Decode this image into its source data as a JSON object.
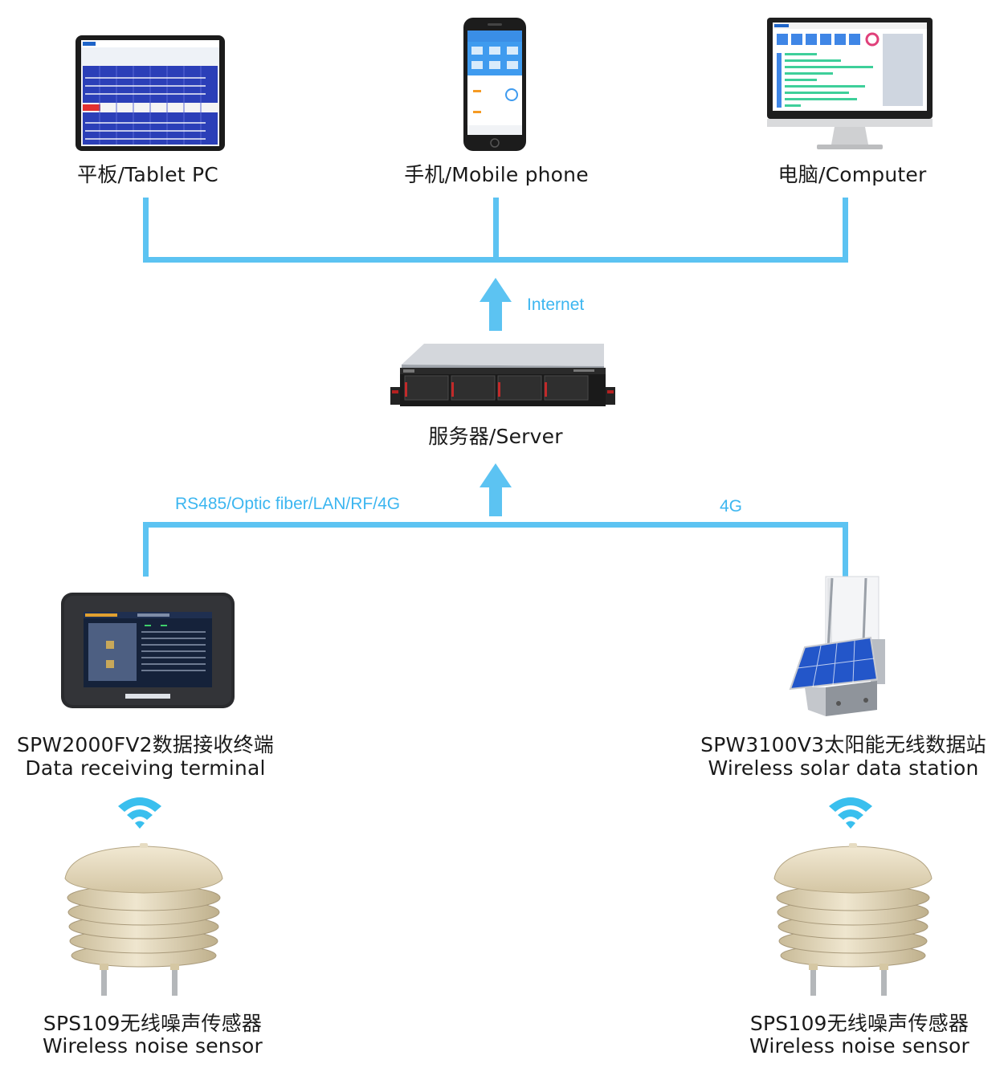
{
  "clients": {
    "tablet": {
      "label": "平板/Tablet PC",
      "icon": "tablet-icon"
    },
    "phone": {
      "label": "手机/Mobile phone",
      "icon": "mobile-phone-icon"
    },
    "computer": {
      "label": "电脑/Computer",
      "icon": "computer-monitor-icon"
    }
  },
  "internet_label": "Internet",
  "server": {
    "label": "服务器/Server",
    "icon": "rack-server-icon"
  },
  "uplink": {
    "left_label": "RS485/Optic fiber/LAN/RF/4G",
    "right_label": "4G"
  },
  "terminal": {
    "name": "SPW2000FV2数据接收终端",
    "subtitle": "Data receiving terminal",
    "icon": "data-terminal-icon"
  },
  "station": {
    "name": "SPW3100V3太阳能无线数据站",
    "subtitle": "Wireless solar data station",
    "icon": "solar-station-icon"
  },
  "sensors": [
    {
      "name": "SPS109无线噪声传感器",
      "subtitle": "Wireless noise sensor",
      "icon": "noise-sensor-icon"
    },
    {
      "name": "SPS109无线噪声传感器",
      "subtitle": "Wireless noise sensor",
      "icon": "noise-sensor-icon"
    }
  ],
  "colors": {
    "link": "#5cc3f2",
    "link_text": "#3cb6f0"
  }
}
